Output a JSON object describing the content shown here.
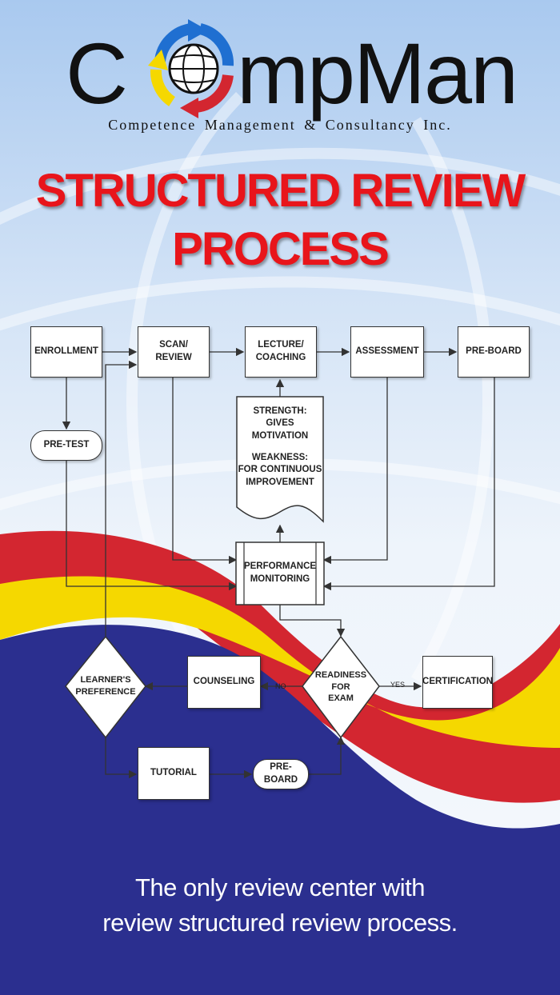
{
  "logo": {
    "letter_c": "C",
    "rest": "mpMan",
    "tagline": "Competence  Management & Consultancy Inc."
  },
  "title": {
    "line1": "STRUCTURED REVIEW",
    "line2": "PROCESS"
  },
  "flow": {
    "enrollment": "ENROLLMENT",
    "scan_review": "SCAN/\nREVIEW",
    "lecture_coaching": "LECTURE/\nCOACHING",
    "assessment": "ASSESSMENT",
    "pre_board_top": "PRE-BOARD",
    "pre_test": "PRE-TEST",
    "note_strength": "STRENGTH:\nGIVES MOTIVATION",
    "note_weakness": "WEAKNESS:\nFOR CONTINUOUS\nIMPROVEMENT",
    "performance_monitoring": "PERFORMANCE\nMONITORING",
    "learners_preference": "LEARNER'S\nPREFERENCE",
    "counseling": "COUNSELING",
    "readiness": "READINESS\nFOR\nEXAM",
    "certification": "CERTIFICATION",
    "tutorial": "TUTORIAL",
    "pre_board_bottom": "PRE-BOARD",
    "label_no": "NO",
    "label_yes": "YES"
  },
  "footer": {
    "line1": "The only review center with",
    "line2": "review structured review process."
  },
  "colors": {
    "red": "#d32630",
    "yellow": "#f5d800",
    "navy": "#2b2f8f",
    "blue": "#1f6fd1",
    "title_red": "#e8151b"
  }
}
